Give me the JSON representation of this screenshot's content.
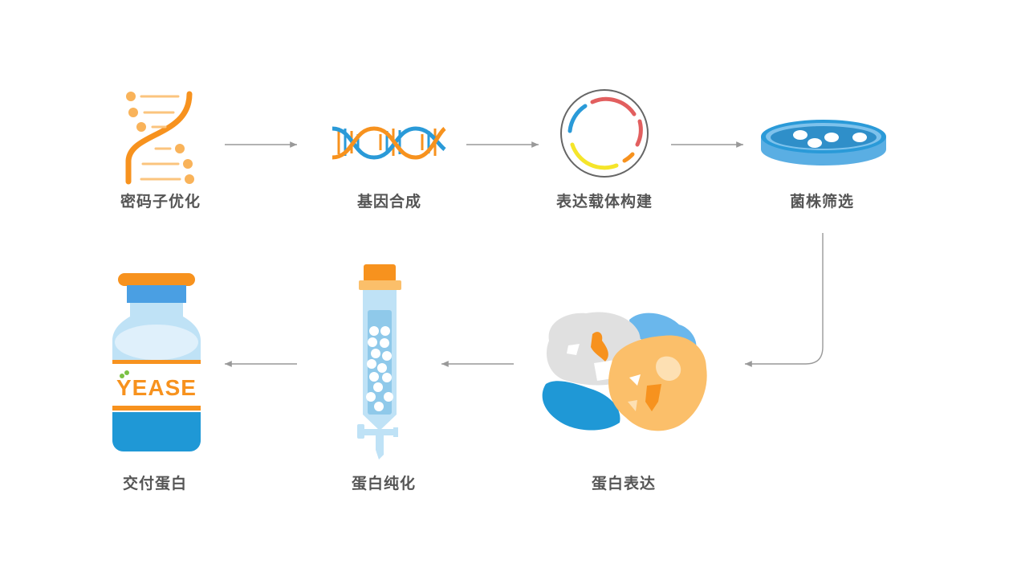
{
  "steps": [
    {
      "label": "密码子优化",
      "icon": "codon-dna-icon"
    },
    {
      "label": "基因合成",
      "icon": "dna-helix-icon"
    },
    {
      "label": "表达载体构建",
      "icon": "plasmid-icon"
    },
    {
      "label": "菌株筛选",
      "icon": "petri-dish-icon"
    },
    {
      "label": "蛋白表达",
      "icon": "protein-cluster-icon"
    },
    {
      "label": "蛋白纯化",
      "icon": "purification-column-icon"
    },
    {
      "label": "交付蛋白",
      "icon": "vial-icon"
    }
  ],
  "vial_brand": "YEASE",
  "colors": {
    "orange": "#f7921e",
    "light_orange": "#fbbf6a",
    "blue": "#2a9ad8",
    "light_blue": "#bfe2f6",
    "red": "#e25f5f",
    "yellow": "#f5e52a",
    "arrow": "#999999",
    "label": "#555555"
  }
}
